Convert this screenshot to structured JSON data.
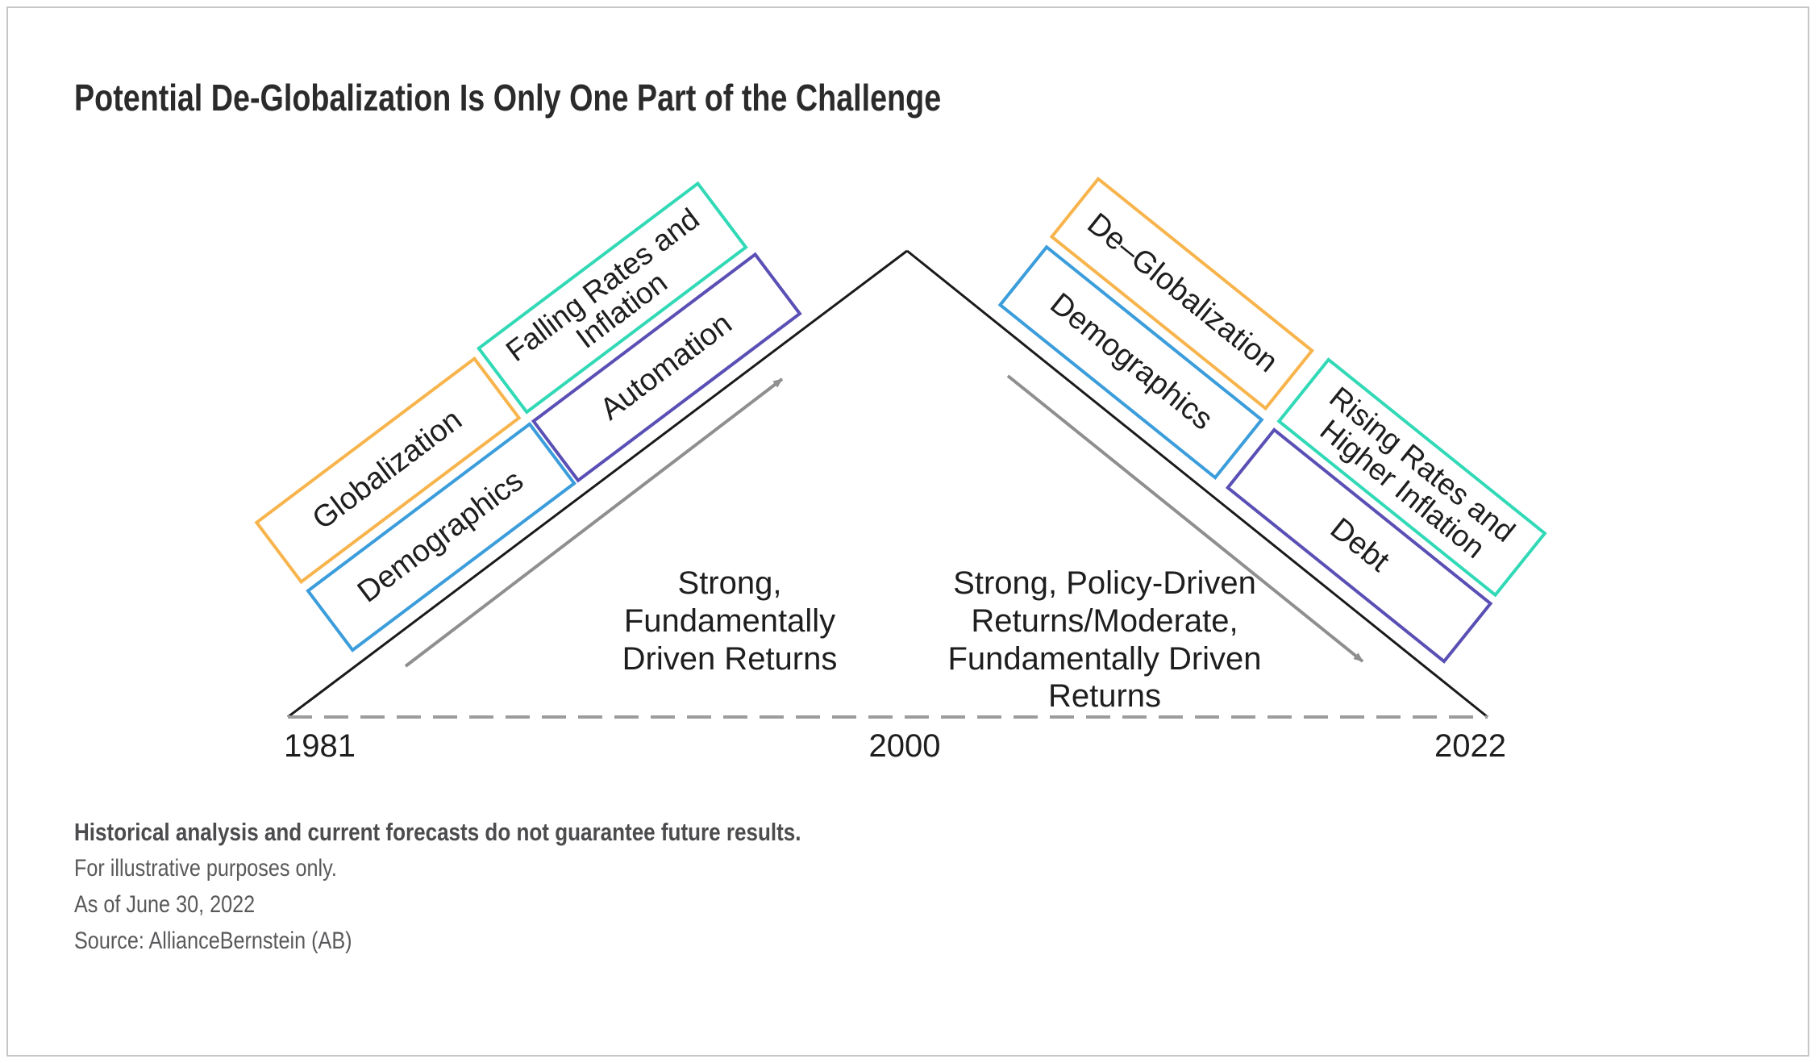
{
  "title": "Potential De-Globalization Is Only One Part of the Challenge",
  "timeline": {
    "start_year": "1981",
    "peak_year": "2000",
    "end_year": "2022"
  },
  "phases": {
    "left": "Strong,\nFundamentally\nDriven Returns",
    "right": "Strong, Policy-Driven\nReturns/Moderate,\nFundamentally Driven\nReturns"
  },
  "boxes": {
    "globalization": {
      "label": "Globalization",
      "color": "#F8B44C"
    },
    "demographics_left": {
      "label": "Demographics",
      "color": "#3B9DDB"
    },
    "falling_rates": {
      "label": "Falling Rates and\nInflation",
      "color": "#32D9B6"
    },
    "automation": {
      "label": "Automation",
      "color": "#5A4FB5"
    },
    "de_globalization": {
      "label": "De–Globalization",
      "color": "#F8B44C"
    },
    "demographics_right": {
      "label": "Demographics",
      "color": "#3B9DDB"
    },
    "rising_rates": {
      "label": "Rising Rates and\nHigher Inflation",
      "color": "#32D9B6"
    },
    "debt": {
      "label": "Debt",
      "color": "#5A4FB5"
    }
  },
  "colors": {
    "slope_line": "#1a1a1a",
    "baseline_dashed": "#9c9c9c",
    "arrow": "#8f8f8f",
    "frame_border": "#c6c6c6",
    "title_text": "#2b2b2b",
    "box_text": "#1e1e1e",
    "footnote_bold": "#4c4c4e",
    "footnote_text": "#59595b"
  },
  "footnotes": {
    "bold": "Historical analysis and current forecasts do not guarantee future results.",
    "line1": "For illustrative purposes only.",
    "line2": "As of June 30, 2022",
    "line3": "Source: AllianceBernstein (AB)"
  }
}
